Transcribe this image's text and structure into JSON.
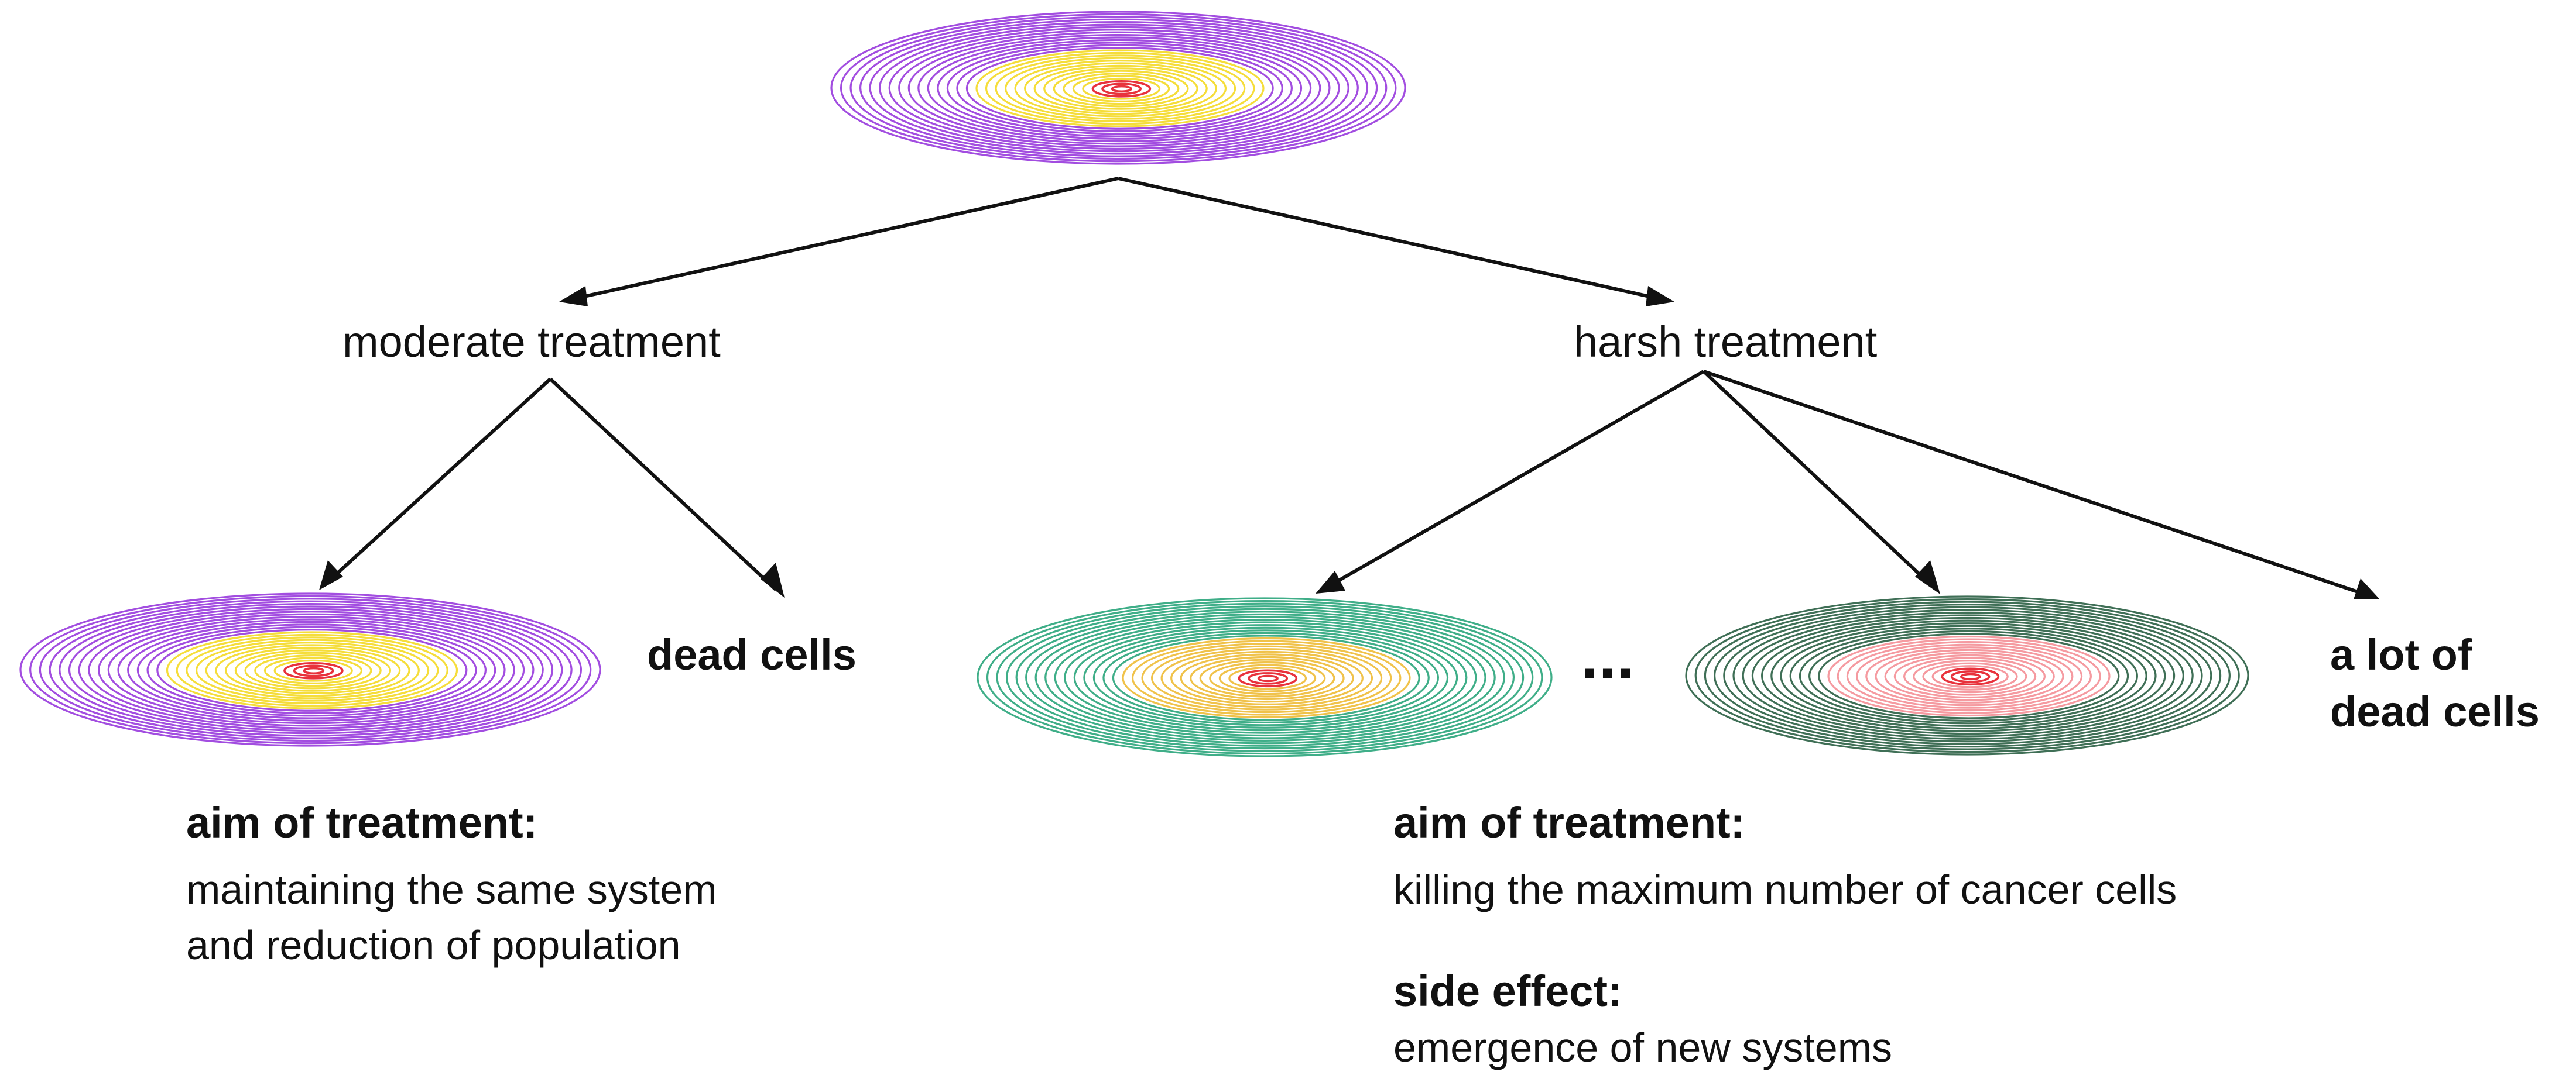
{
  "nodes": {
    "initial": {
      "palette": "purple-yellow-red"
    },
    "moderate_treatment": {
      "label": "moderate treatment"
    },
    "harsh_treatment": {
      "label": "harsh treatment"
    },
    "moderate_result": {
      "palette": "purple-yellow-red"
    },
    "moderate_dead": {
      "label": "dead cells"
    },
    "harsh_result_1": {
      "palette": "green-yellow-red"
    },
    "ellipsis": {
      "label": "..."
    },
    "harsh_result_2": {
      "palette": "darkgreen-pink-red"
    },
    "harsh_dead": {
      "label_line1": "a lot of",
      "label_line2": "dead cells"
    }
  },
  "moderate_notes": {
    "aim_heading": "aim of treatment:",
    "aim_line1": "maintaining the same system",
    "aim_line2": "and reduction of population"
  },
  "harsh_notes": {
    "aim_heading": "aim of treatment:",
    "aim_line1": "killing the maximum number of cancer cells",
    "side_heading": "side effect:",
    "side_line1": "emergence of new systems"
  },
  "colors": {
    "purple": "#a24de0",
    "yellow": "#f5dd3a",
    "red": "#e8323c",
    "green": "#3fae88",
    "orange_yellow": "#f0c24a",
    "dark_green": "#3f6f56",
    "pink": "#f59aa0",
    "arrow": "#111111"
  }
}
